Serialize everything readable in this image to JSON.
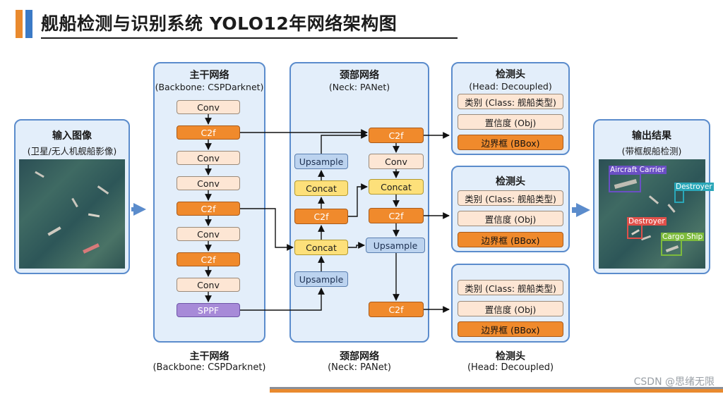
{
  "title": "舰船检测与识别系统 YOLO12年网络架构图",
  "input": {
    "title": "输入图像",
    "subtitle": "(卫星/无人机舰船影像)"
  },
  "backbone": {
    "title": "主干网络",
    "subtitle": "(Backbone: CSPDarknet)",
    "blocks": [
      "Conv",
      "C2f",
      "Conv",
      "Conv",
      "C2f",
      "Conv",
      "C2f",
      "Conv",
      "SPPF"
    ],
    "bottom_title": "主干网络",
    "bottom_subtitle": "(Backbone: CSPDarknet)"
  },
  "neck": {
    "title": "颈部网络",
    "subtitle": "(Neck: PANet)",
    "left_col": [
      "Upsample",
      "Concat",
      "C2f",
      "Concat",
      "Upsample"
    ],
    "right_col": [
      "C2f",
      "Conv",
      "Concat",
      "C2f",
      "Upsample",
      "C2f"
    ],
    "bottom_title": "颈部网络",
    "bottom_subtitle": "(Neck: PANet)"
  },
  "heads": [
    {
      "title": "检测头",
      "subtitle": "(Head: Decoupled)",
      "cls": "类别 (Class: 舰船类型)",
      "obj": "置信度 (Obj)",
      "box": "边界框 (BBox)"
    },
    {
      "title": "检测头",
      "cls": "类别 (Class: 舰船类型)",
      "obj": "置信度 (Obj)",
      "box": "边界框 (BBox)"
    },
    {
      "cls": "类别 (Class: 舰船类型)",
      "obj": "置信度 (Obj)",
      "box": "边界框 (BBox)"
    }
  ],
  "head_bottom": {
    "title": "检测头",
    "subtitle": "(Head: Decoupled)"
  },
  "output": {
    "title": "输出结果",
    "subtitle": "(带框舰船检测)",
    "detections": [
      "Aircraft Carrier",
      "Destroyer",
      "Destroyer",
      "Cargo Ship"
    ]
  },
  "colors": {
    "carrier": "#6a4fc4",
    "destroyer_teal": "#2aa7b8",
    "destroyer_red": "#e0504a",
    "cargo": "#7dbb3c"
  },
  "watermark": "CSDN @思绪无限"
}
